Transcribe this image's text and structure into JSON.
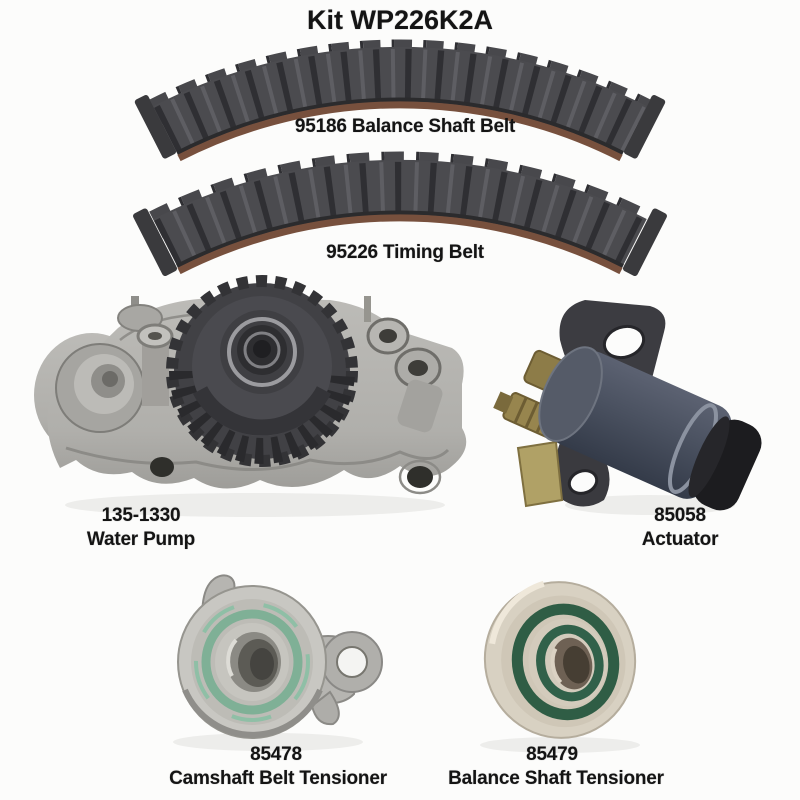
{
  "title": "Kit WP226K2A",
  "belts": [
    {
      "id": "balance-shaft-belt",
      "number": "95186",
      "name": "Balance Shaft Belt",
      "label": "95186 Balance Shaft Belt"
    },
    {
      "id": "timing-belt",
      "number": "95226",
      "name": "Timing Belt",
      "label": "95226 Timing Belt"
    }
  ],
  "parts": [
    {
      "id": "water-pump",
      "number": "135-1330",
      "name": "Water Pump"
    },
    {
      "id": "actuator",
      "number": "85058",
      "name": "Actuator"
    },
    {
      "id": "camshaft-belt-tensioner",
      "number": "85478",
      "name": "Camshaft Belt Tensioner"
    },
    {
      "id": "balance-shaft-tensioner",
      "number": "85479",
      "name": "Balance Shaft Tensioner"
    }
  ],
  "colors": {
    "background": "#fcfcfb",
    "text": "#141414",
    "belt_rubber": "#4b4b4f",
    "belt_tooth_shadow": "#2f2f33",
    "belt_edge_brown": "#77503d",
    "pump_metal": "#b2b1ad",
    "sprocket_dark": "#3a3a3e",
    "actuator_body": "#4a5160",
    "actuator_bracket": "#3c3c41",
    "brass": "#97854e",
    "teal_seal": "#7fb096",
    "dark_green_seal": "#2f5d45",
    "cream_pulley": "#d8d1c2"
  }
}
